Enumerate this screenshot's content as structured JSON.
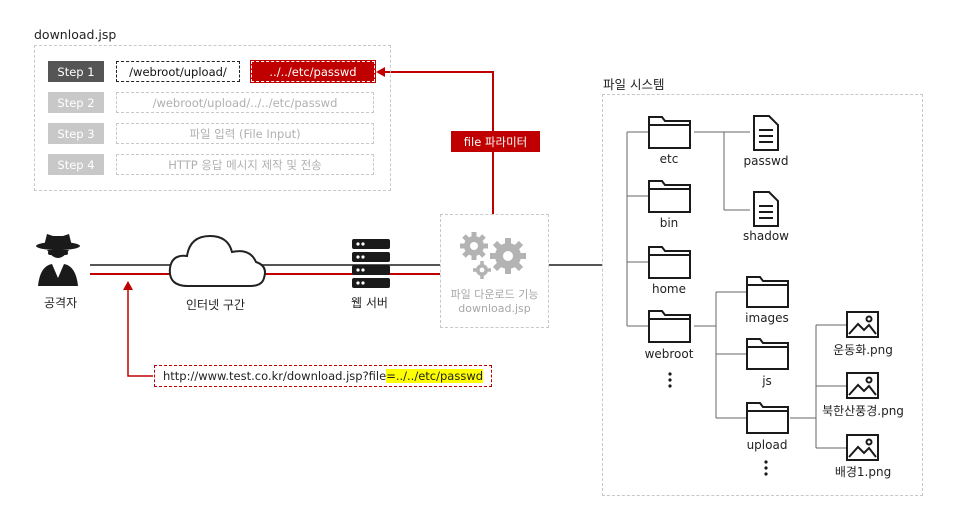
{
  "download_panel": {
    "title": "download.jsp",
    "steps": [
      {
        "label": "Step 1",
        "value": "/webroot/upload/",
        "extra": "../../etc/passwd"
      },
      {
        "label": "Step 2",
        "value": "/webroot/upload/../../etc/passwd"
      },
      {
        "label": "Step 3",
        "value": "파일 입력 (File Input)"
      },
      {
        "label": "Step 4",
        "value": "HTTP 응답 메시지 제작 및 전송"
      }
    ]
  },
  "param_badge": "file 파라미터",
  "attacker_label": "공격자",
  "internet_label": "인터넷 구간",
  "webserver_label": "웹 서버",
  "download_feature": {
    "line1": "파일 다운로드 기능",
    "line2": "download.jsp"
  },
  "request_url": {
    "prefix": "http://www.test.co.kr/download.jsp?file",
    "highlight": "=../../etc/passwd"
  },
  "filesystem": {
    "title": "파일 시스템",
    "folders": [
      "etc",
      "bin",
      "home",
      "webroot"
    ],
    "etc_files": [
      "passwd",
      "shadow"
    ],
    "webroot_folders": [
      "images",
      "js",
      "upload"
    ],
    "upload_files": [
      "운동화.png",
      "북한산풍경.png",
      "배경1.png"
    ]
  },
  "colors": {
    "accent": "#c00000",
    "highlight": "#ffff00",
    "step_active": "#555555",
    "step_inactive": "#c8c8c8"
  }
}
